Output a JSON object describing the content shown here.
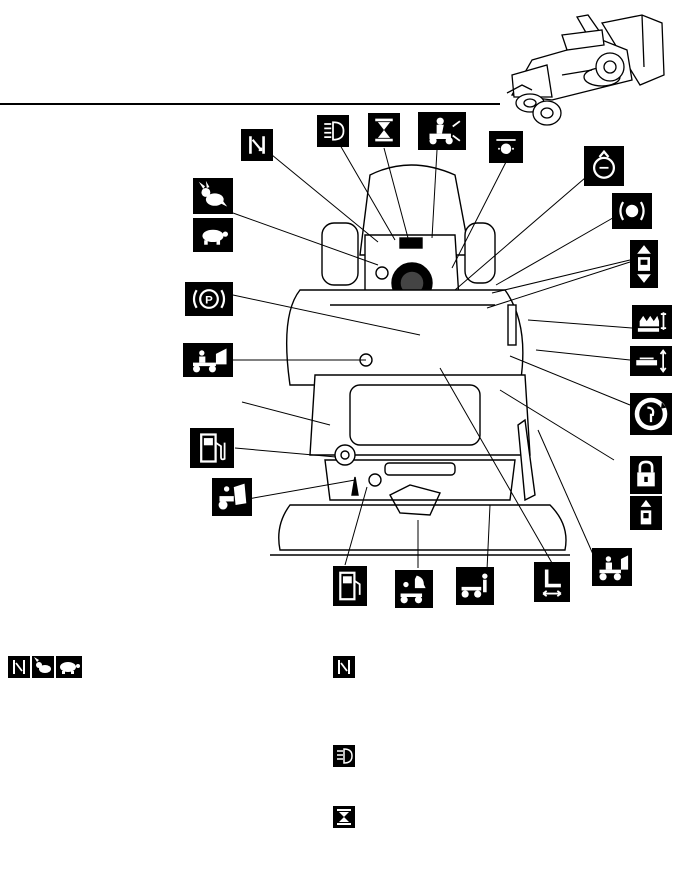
{
  "document": {
    "section_rule": true
  },
  "callouts": [
    {
      "id": "ignition",
      "symbol": "ignition-symbol"
    },
    {
      "id": "headlights",
      "symbol": "headlight-symbol"
    },
    {
      "id": "hour-meter",
      "symbol": "hourglass-symbol"
    },
    {
      "id": "operator-presence",
      "symbol": "operator-presence-symbol"
    },
    {
      "id": "mower-engage",
      "symbol": "mower-engage-symbol"
    },
    {
      "id": "choke",
      "symbol": "choke-symbol"
    },
    {
      "id": "pto",
      "symbol": "pto-symbol"
    },
    {
      "id": "fast",
      "symbol": "rabbit-symbol"
    },
    {
      "id": "slow",
      "symbol": "turtle-symbol"
    },
    {
      "id": "parking-brake",
      "symbol": "parking-brake-symbol"
    },
    {
      "id": "forward-reverse",
      "symbol": "forward-reverse-symbol"
    },
    {
      "id": "cutting-height",
      "symbol": "cutting-height-symbol"
    },
    {
      "id": "deck-lift",
      "symbol": "deck-lift-symbol"
    },
    {
      "id": "rotation",
      "symbol": "rotation-symbol"
    },
    {
      "id": "lock",
      "symbol": "padlock-symbol"
    },
    {
      "id": "cruise",
      "symbol": "cruise-symbol"
    },
    {
      "id": "collector",
      "symbol": "collector-symbol"
    },
    {
      "id": "fuel",
      "symbol": "fuel-pump-symbol"
    },
    {
      "id": "fuel-gauge",
      "symbol": "fuel-gauge-symbol"
    },
    {
      "id": "warning-bell",
      "symbol": "warning-bell-symbol"
    },
    {
      "id": "empty-collector",
      "symbol": "empty-collector-symbol"
    },
    {
      "id": "seat-adjust",
      "symbol": "seat-adjust-symbol"
    },
    {
      "id": "mulch",
      "symbol": "mulch-symbol"
    },
    {
      "id": "bag-full",
      "symbol": "bag-full-symbol"
    }
  ],
  "legend": {
    "left_row": [
      "ignition-symbol",
      "rabbit-symbol",
      "turtle-symbol"
    ],
    "right_rows": [
      "ignition-symbol",
      "headlight-symbol",
      "hourglass-symbol"
    ]
  }
}
